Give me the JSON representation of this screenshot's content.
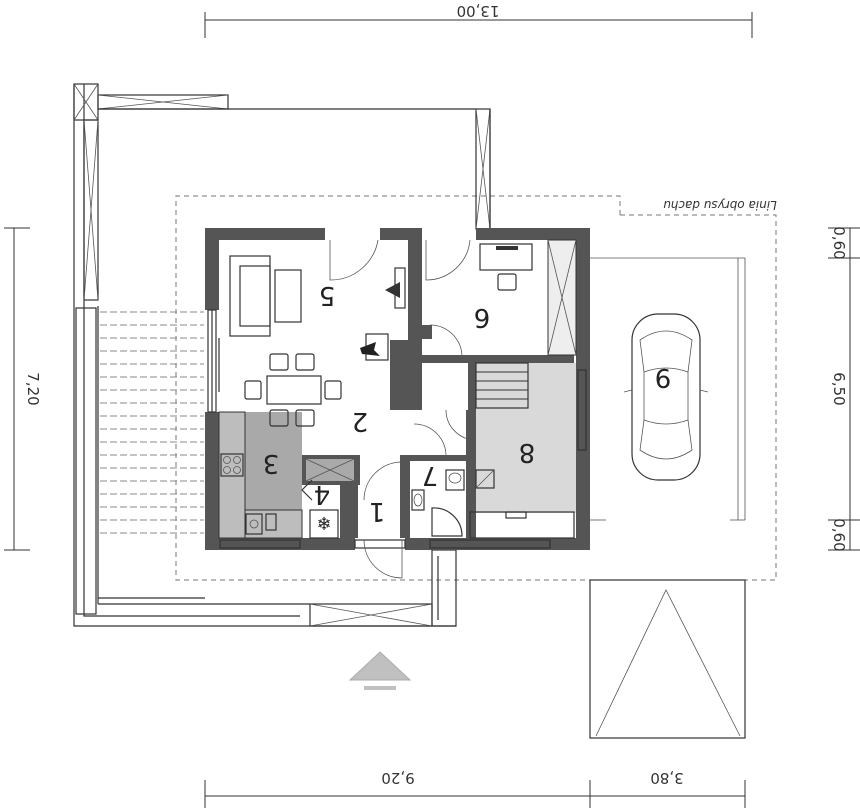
{
  "dimensions": {
    "top_total": "13,00",
    "bottom_left": "9,20",
    "bottom_right": "3,80",
    "left_side": "7,20",
    "right_top": "0,60",
    "right_middle": "6,50",
    "right_bottom": "0,60"
  },
  "roof_line_label": "Linia obrysu dachu",
  "rooms": {
    "r1": "1",
    "r2": "2",
    "r3": "3",
    "r4": "4",
    "r5": "5",
    "r6": "6",
    "r7": "7",
    "r8": "8",
    "r9": "9"
  },
  "colors": {
    "wall": "#555555",
    "kitchen_fill": "#a9a9a9",
    "utility_fill": "#d9d9d9"
  }
}
